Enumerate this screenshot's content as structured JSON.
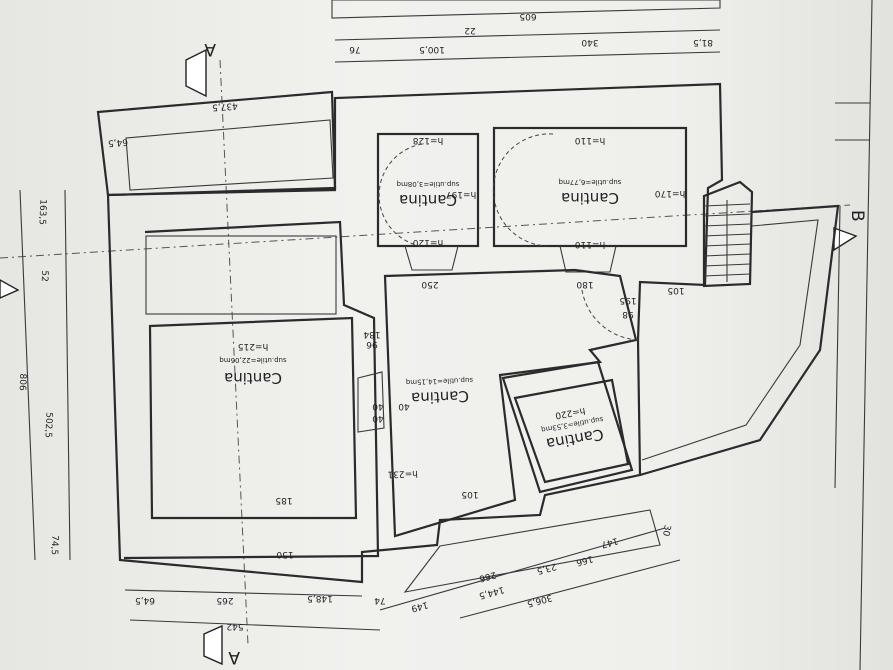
{
  "rooms": [
    {
      "name": "Cantina",
      "surface": "sup.utile=22,06mq",
      "height": "h=215"
    },
    {
      "name": "Cantina",
      "surface": "sup.utile=14,15mq",
      "height": "h=231"
    },
    {
      "name": "Cantina",
      "surface": "sup.utile=3,53mq",
      "height": "h=220"
    },
    {
      "name": "Cantina",
      "surface": "sup.utile=3,08mq",
      "height": "h=197",
      "height2": "h=128",
      "height3": "h=120"
    },
    {
      "name": "Cantina",
      "surface": "sup.utile=6,77mq",
      "height": "h=170",
      "height2": "h=110",
      "height3": "h=110"
    }
  ],
  "section_marks": {
    "a_top": "A",
    "a_bottom": "A",
    "b_right": "B"
  },
  "dimensions": {
    "top_outer": "605",
    "top_mid": "22",
    "top_row": [
      "76",
      "100,5",
      "340",
      "81,5"
    ],
    "top_left": "437,5",
    "left_short": "64,5",
    "left_col": [
      "163,5",
      "52",
      "502,5",
      "74,5"
    ],
    "left_total": "806",
    "bottom_row": [
      "64,5",
      "265",
      "148,5",
      "74"
    ],
    "bottom_total": "542",
    "bottom_right": [
      "149",
      "266",
      "144,5",
      "306,5",
      "23,5",
      "166",
      "147",
      "30"
    ],
    "interior": [
      "96",
      "184",
      "40",
      "40",
      "40",
      "250",
      "180",
      "150",
      "105",
      "98",
      "195",
      "105",
      "185"
    ]
  }
}
